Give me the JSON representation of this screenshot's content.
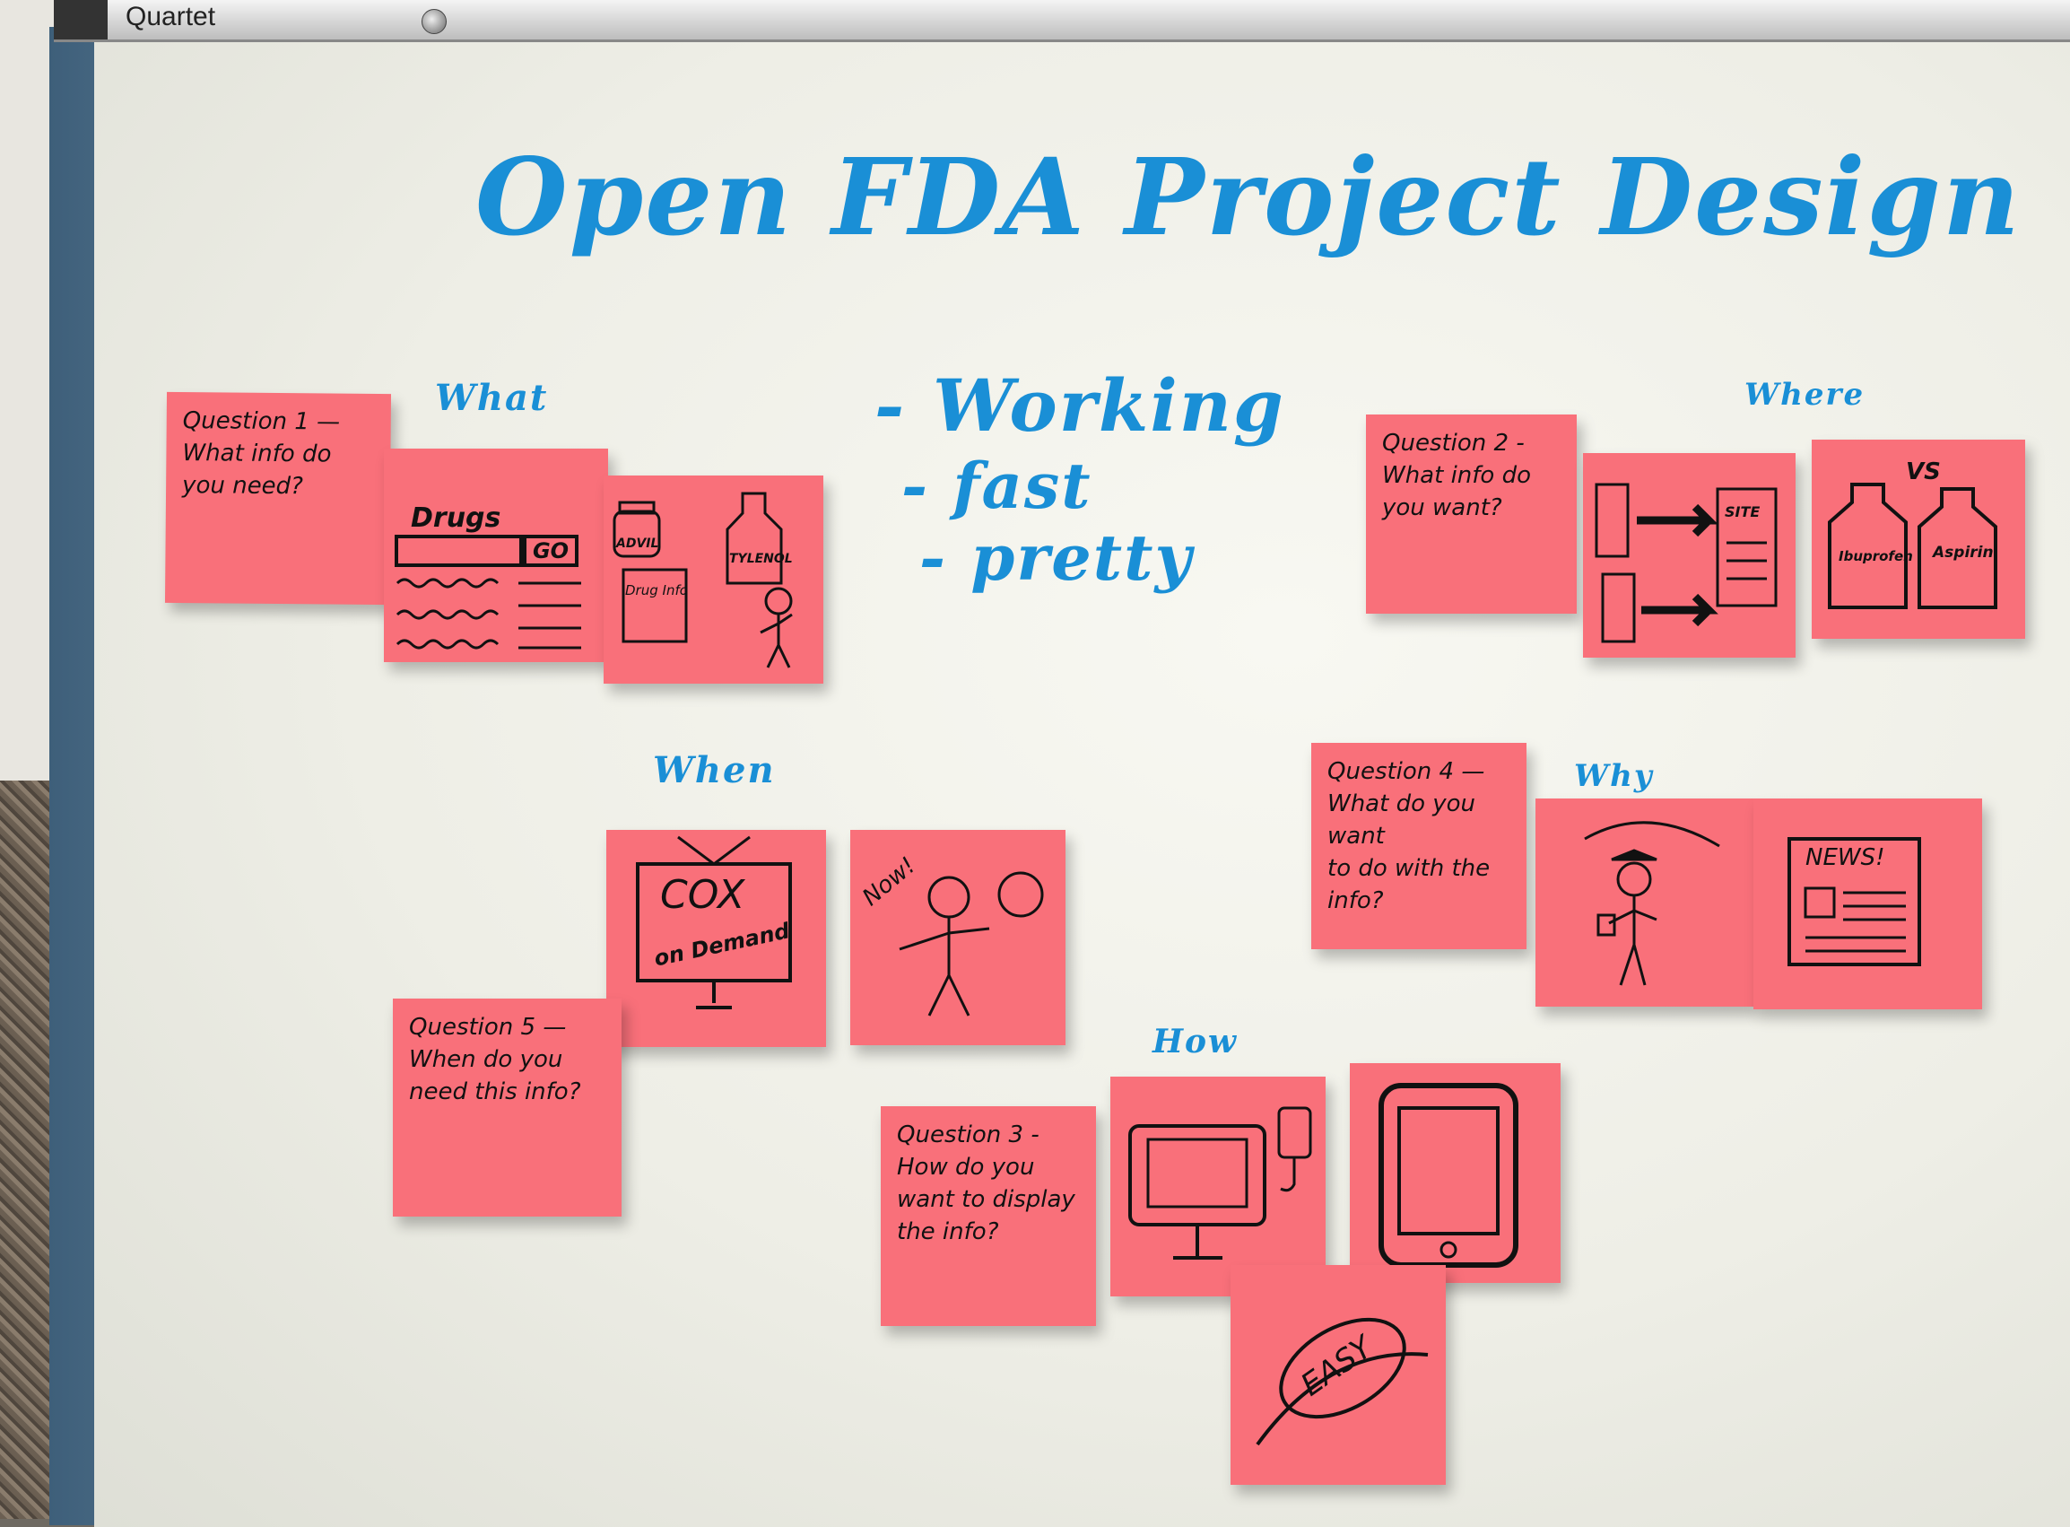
{
  "board": {
    "brand": "Quartet",
    "title": "Open FDA Project Design",
    "goals": [
      "- Working",
      "- fast",
      "- pretty"
    ],
    "labels": {
      "what": "What",
      "where": "Where",
      "when": "When",
      "why": "Why",
      "how": "How"
    }
  },
  "questions": {
    "q1": "Question 1 —\nWhat info do\nyou need?",
    "q2": "Question 2 -\nWhat info do\nyou want?",
    "q3": "Question 3 -\nHow do you\nwant to display\nthe info?",
    "q4": "Question 4 —\nWhat do you want\nto do with the\ninfo?",
    "q5": "Question 5 —\nWhen do you\nneed this info?"
  },
  "sketch_text": {
    "drugs": "Drugs",
    "go": "GO",
    "advil": "ADVIL",
    "drug_info": "Drug Info",
    "tylenol": "TYLENOL",
    "site": "SITE",
    "vs": "VS",
    "ibuprofen": "Ibuprofen",
    "aspirin": "Aspirin",
    "cox": "COX",
    "on_demand": "on Demand",
    "now": "Now!",
    "news": "NEWS!",
    "easy": "EASY"
  }
}
